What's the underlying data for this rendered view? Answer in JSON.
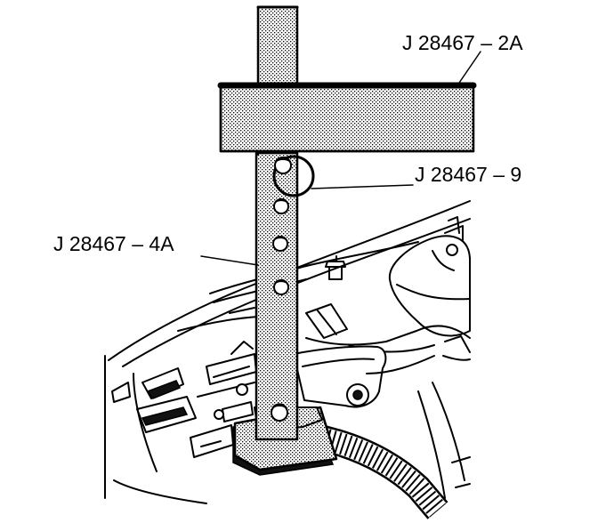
{
  "figure": {
    "callouts": {
      "crossbar": "J 28467 – 2A",
      "pin": "J 28467 – 9",
      "bracket": "J 28467 – 4A"
    }
  }
}
